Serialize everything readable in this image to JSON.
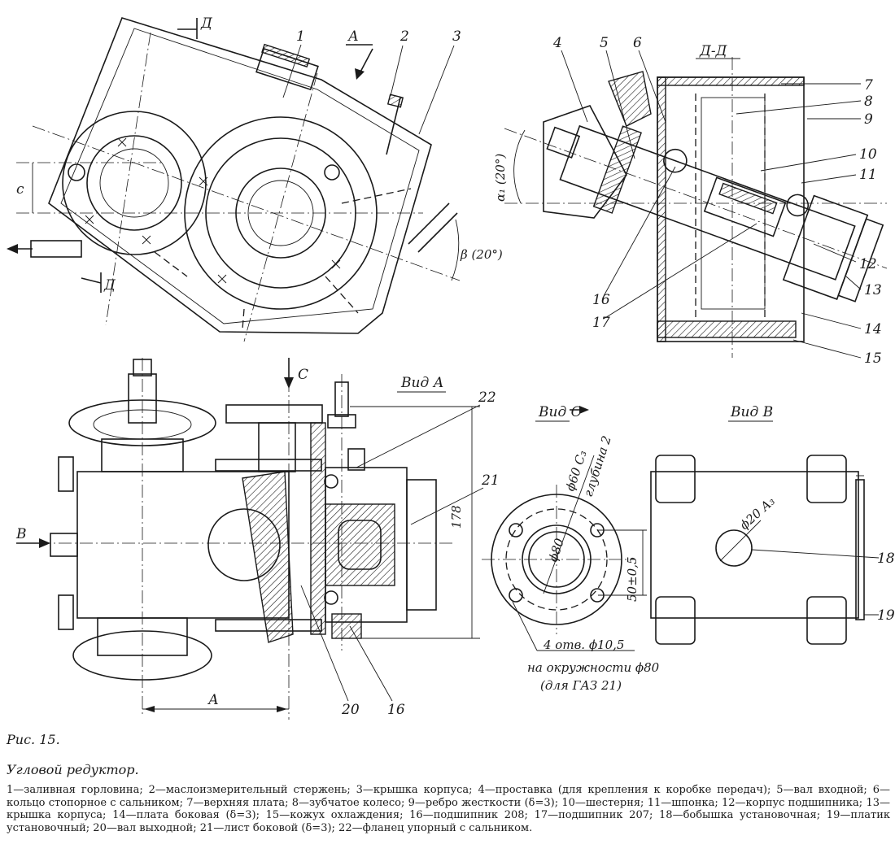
{
  "figure": {
    "number": "Рис. 15.",
    "title": "Угловой редуктор.",
    "legend": "1—заливная горловина; 2—маслоизмерительный стержень; 3—крышка корпуса; 4—проставка (для крепления к коробке передач); 5—вал входной; 6—кольцо стопорное с сальником; 7—верхняя плата; 8—зубчатое колесо; 9—ребро жесткости (δ=3); 10—шестерня; 11—шпонка; 12—корпус подшипника; 13—крышка корпуса; 14—плата боковая (δ=3); 15—кожух охлаждения; 16—подшипник 208; 17—подшипник 207; 18—бобышка установочная; 19—платик установочный; 20—вал выходной; 21—лист боковой (δ=3); 22—фланец упорный с сальником."
  },
  "views": {
    "section_dd": "Д-Д",
    "view_a": "Вид А",
    "view_c": "Вид С",
    "view_b": "Вид В"
  },
  "markers": {
    "d": "Д",
    "a": "А",
    "c": "С",
    "b": "В",
    "dim_c": "с",
    "dim_a": "А"
  },
  "dimensions": {
    "alpha": "α₁ (20°)",
    "beta": "β (20°)",
    "d178": "178",
    "phi60": "ϕ60 С₃",
    "depth": "глубина 2",
    "phi80_small": "ϕ80",
    "d50": "50±0,5",
    "holes": "4 отв. ϕ10,5",
    "circle": "на окружности ϕ80",
    "vehicle": "(для ГАЗ 21)",
    "phi20": "ϕ20 А₃"
  },
  "callouts": [
    "1",
    "2",
    "3",
    "4",
    "5",
    "6",
    "7",
    "8",
    "9",
    "10",
    "11",
    "12",
    "13",
    "14",
    "15",
    "16",
    "17",
    "18",
    "19",
    "20",
    "21",
    "22",
    "16"
  ]
}
